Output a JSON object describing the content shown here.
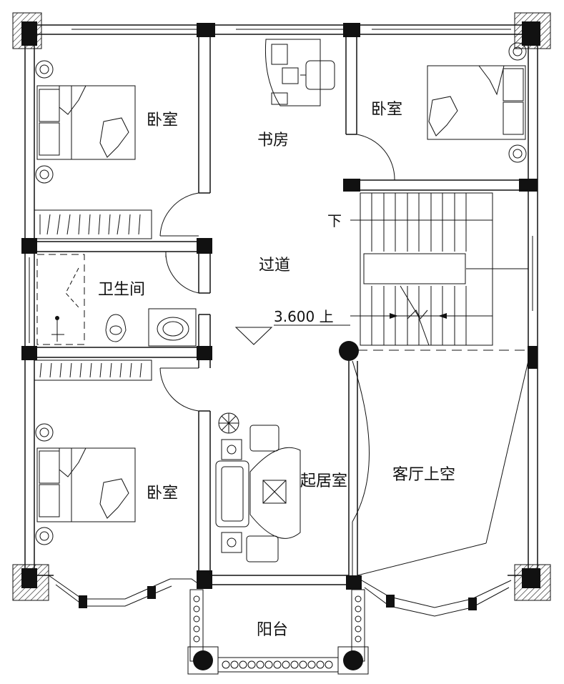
{
  "rooms": {
    "bedroom_top_left": "卧室",
    "study": "书房",
    "bedroom_top_right": "卧室",
    "corridor": "过道",
    "bathroom": "卫生间",
    "bedroom_bottom_left": "卧室",
    "living_room": "起居室",
    "hall_void": "客厅上空",
    "balcony": "阳台"
  },
  "stair": {
    "down_label": "下",
    "up_label": "3.600 上"
  },
  "icons": [
    "bed-icon",
    "wardrobe-icon",
    "toilet-icon",
    "washbasin-icon",
    "sofa-icon",
    "desk-icon",
    "chair-icon",
    "plant-icon",
    "lamp-icon",
    "column-icon"
  ]
}
